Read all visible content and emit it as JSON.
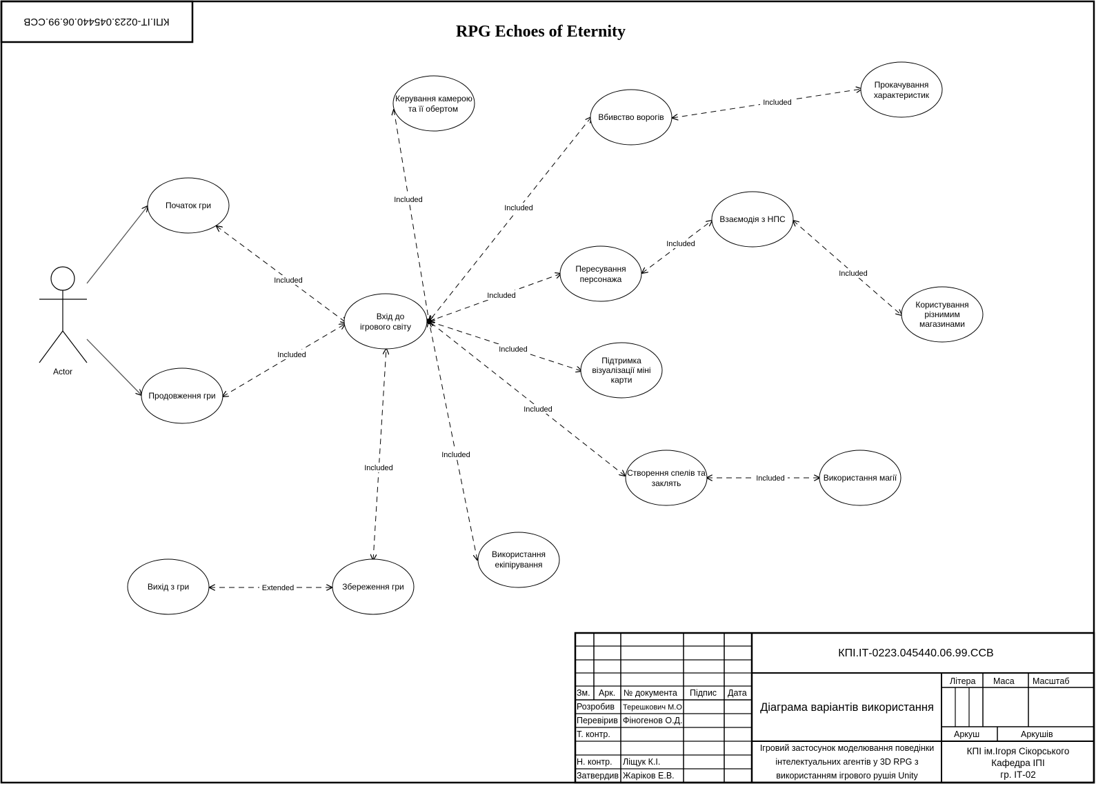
{
  "title": "RPG Echoes of Eternity",
  "stamp_code": "КПІ.ІТ-0223.045440.06.99.ССВ",
  "actor": {
    "label": "Actor"
  },
  "use_cases": {
    "start_game": "Початок гри",
    "continue_game": "Продовження гри",
    "enter_world": [
      "Вхід до",
      "ігрового світу"
    ],
    "camera_control": [
      "Керування камерою",
      "та її обертом"
    ],
    "kill_enemies": "Вбивство ворогів",
    "leveling": [
      "Прокачування",
      "характеристик"
    ],
    "npc_interaction": "Взаємодія з НПС",
    "movement": [
      "Пересування",
      "персонажа"
    ],
    "shops": [
      "Користування",
      "різнимим",
      "магазинами"
    ],
    "minimap": [
      "Підтримка",
      "візуалізації міні",
      "карти"
    ],
    "spells": [
      "Створення спелів та",
      "заклять"
    ],
    "magic_use": "Використання магії",
    "equipment": [
      "Використання",
      "екіпірування"
    ],
    "save_game": "Збереження гри",
    "exit_game": "Вихід з гри"
  },
  "relations": {
    "included": "Included",
    "extended": "Extended"
  },
  "title_block": {
    "doc_code": "КПІ.ІТ-0223.045440.06.99.ССВ",
    "col_headers": {
      "zm": "Зм.",
      "ark": "Арк.",
      "doc_no": "№ документа",
      "sign": "Підпис",
      "date": "Дата"
    },
    "roles": {
      "developed": "Розробив",
      "checked": "Перевірив",
      "t_control": "Т. контр.",
      "n_control": "Н. контр.",
      "approved": "Затвердив"
    },
    "names": {
      "developed": "Терешкович М.О",
      "checked": "Фіногенов О.Д.",
      "n_control": "Ліщук К.І.",
      "approved": "Жаріков Е.В."
    },
    "doc_name": "Діаграма варіантів використання",
    "description": [
      "Ігровий застосунок моделювання поведінки",
      "інтелектуальних агентів у 3D RPG з",
      "використанням ігрового рушія Unity"
    ],
    "litera": "Літера",
    "mass": "Маса",
    "scale": "Масштаб",
    "sheet": "Аркуш",
    "sheets": "Аркушів",
    "org": [
      "КПІ ім.Ігоря Сікорського",
      "Кафедра ІПІ",
      "гр. ІТ-02"
    ]
  }
}
